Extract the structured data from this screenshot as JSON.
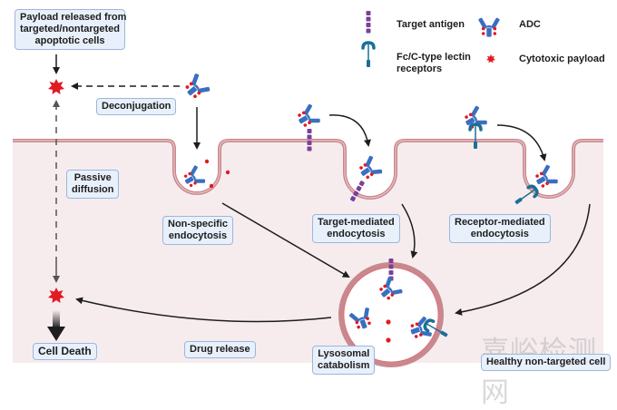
{
  "legend": {
    "target_antigen": "Target antigen",
    "adc": "ADC",
    "receptors_line1": "Fc/C-type lectin",
    "receptors_line2": "receptors",
    "payload": "Cytotoxic payload"
  },
  "labels": {
    "payload_released_line1": "Payload released from",
    "payload_released_line2": "targeted/nontargeted",
    "payload_released_line3": "apoptotic cells",
    "deconjugation": "Deconjugation",
    "passive_line1": "Passive",
    "passive_line2": "diffusion",
    "nonspecific_line1": "Non-specific",
    "nonspecific_line2": "endocytosis",
    "target_mediated_line1": "Target-mediated",
    "target_mediated_line2": "endocytosis",
    "receptor_mediated_line1": "Receptor-mediated",
    "receptor_mediated_line2": "endocytosis",
    "cell_death": "Cell Death",
    "drug_release": "Drug release",
    "lysosomal_line1": "Lysosomal",
    "lysosomal_line2": "catabolism",
    "healthy_cell": "Healthy non-targeted cell"
  },
  "watermark": "嘉峪检测网",
  "colors": {
    "cell_fill": "#f6ecee",
    "membrane": "#c9888d",
    "antibody": "#3a6fc0",
    "payload": "#e01b24",
    "antigen": "#7b3f98",
    "receptor": "#1c6f96",
    "label_bg": "#e8f0fb"
  }
}
